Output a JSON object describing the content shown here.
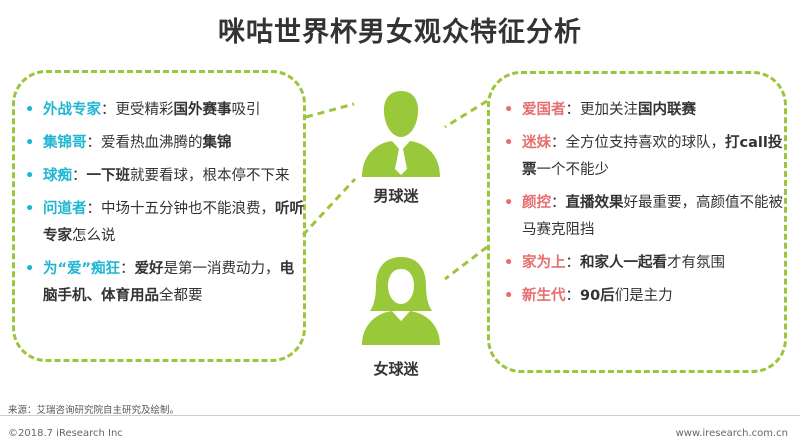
{
  "title": "咪咕世界杯男女观众特征分析",
  "colors": {
    "left_accent": "#1fb6d4",
    "right_accent": "#e66f6f",
    "frame": "#9cc53d",
    "figure": "#99c93a"
  },
  "male": {
    "label": "男球迷",
    "items": [
      {
        "key": "外战专家",
        "sep": "：",
        "parts": [
          {
            "t": "更受精彩",
            "b": false
          },
          {
            "t": "国外赛事",
            "b": true
          },
          {
            "t": "吸引",
            "b": false
          }
        ]
      },
      {
        "key": "集锦哥",
        "sep": "：",
        "parts": [
          {
            "t": "爱看热血沸腾的",
            "b": false
          },
          {
            "t": "集锦",
            "b": true
          }
        ]
      },
      {
        "key": "球痴",
        "sep": "：",
        "parts": [
          {
            "t": "一下班",
            "b": true
          },
          {
            "t": "就要看球，根本停不下来",
            "b": false
          }
        ]
      },
      {
        "key": "问道者",
        "sep": "：",
        "parts": [
          {
            "t": "中场十五分钟也不能浪费，",
            "b": false
          },
          {
            "t": "听听专家",
            "b": true
          },
          {
            "t": "怎么说",
            "b": false
          }
        ]
      },
      {
        "key": "为“爱”痴狂",
        "sep": "：",
        "parts": [
          {
            "t": "爱好",
            "b": true
          },
          {
            "t": "是第一消费动力，",
            "b": false
          },
          {
            "t": "电脑手机、体育用品",
            "b": true
          },
          {
            "t": "全都要",
            "b": false
          }
        ]
      }
    ]
  },
  "female": {
    "label": "女球迷",
    "items": [
      {
        "key": "爱国者",
        "sep": "：",
        "parts": [
          {
            "t": "更加关注",
            "b": false
          },
          {
            "t": "国内联赛",
            "b": true
          }
        ]
      },
      {
        "key": "迷妹",
        "sep": "：",
        "parts": [
          {
            "t": "全方位支持喜欢的球队，",
            "b": false
          },
          {
            "t": "打call投票",
            "b": true
          },
          {
            "t": "一个不能少",
            "b": false
          }
        ]
      },
      {
        "key": "颜控",
        "sep": "：",
        "parts": [
          {
            "t": "直播效果",
            "b": true
          },
          {
            "t": "好最重要，高颜值不能被马赛克阻挡",
            "b": false
          }
        ]
      },
      {
        "key": "家为上",
        "sep": "：",
        "parts": [
          {
            "t": "和家人一起看",
            "b": true
          },
          {
            "t": "才有氛围",
            "b": false
          }
        ]
      },
      {
        "key": "新生代",
        "sep": "：",
        "parts": [
          {
            "t": "90后",
            "b": true
          },
          {
            "t": "们是主力",
            "b": false
          }
        ]
      }
    ]
  },
  "bullet": "•",
  "source": "来源：艾瑞咨询研究院自主研究及绘制。",
  "copyright": "©2018.7 iResearch Inc",
  "website": "www.iresearch.com.cn"
}
